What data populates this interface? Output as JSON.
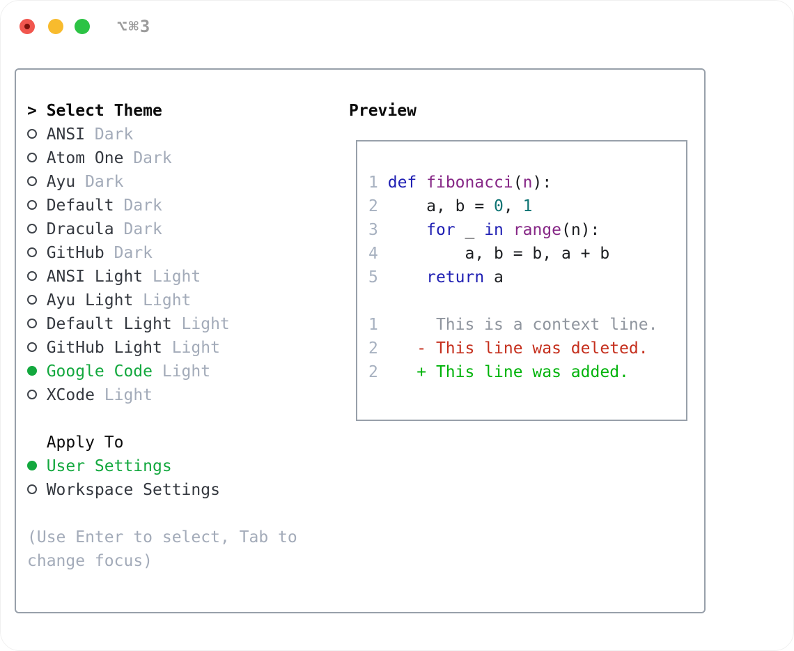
{
  "window": {
    "title": "⌥⌘3"
  },
  "colors": {
    "accent": "#13a83e",
    "added": "#00b30a",
    "removed": "#c52f1d",
    "context": "#8f959e",
    "line_number": "#a7b1c0",
    "kwd": "#1f1fb3",
    "typ": "#862786",
    "lit": "#0d7373",
    "pln": "#1c1e21",
    "muted": "#a3abb9",
    "item": "#34383f",
    "heading": "#0b0b0b",
    "border": "#98a0aa",
    "title_gray": "#9b9b9b",
    "tl_red": "#f1564e",
    "tl_yellow": "#f8bb2d",
    "tl_green": "#2cc344"
  },
  "theme_panel": {
    "header": {
      "prefix": ">",
      "label": "Select Theme"
    },
    "themes": [
      {
        "name": "ANSI",
        "variant": "Dark",
        "selected": false
      },
      {
        "name": "Atom One",
        "variant": "Dark",
        "selected": false
      },
      {
        "name": "Ayu",
        "variant": "Dark",
        "selected": false
      },
      {
        "name": "Default",
        "variant": "Dark",
        "selected": false
      },
      {
        "name": "Dracula",
        "variant": "Dark",
        "selected": false
      },
      {
        "name": "GitHub",
        "variant": "Dark",
        "selected": false
      },
      {
        "name": "ANSI Light",
        "variant": "Light",
        "selected": false
      },
      {
        "name": "Ayu Light",
        "variant": "Light",
        "selected": false
      },
      {
        "name": "Default Light",
        "variant": "Light",
        "selected": false
      },
      {
        "name": "GitHub Light",
        "variant": "Light",
        "selected": false
      },
      {
        "name": "Google Code",
        "variant": "Light",
        "selected": true
      },
      {
        "name": "XCode",
        "variant": "Light",
        "selected": false
      }
    ],
    "apply_to": {
      "label": "Apply To",
      "options": [
        {
          "name": "User Settings",
          "selected": true
        },
        {
          "name": "Workspace Settings",
          "selected": false
        }
      ]
    },
    "help_lines": [
      "(Use Enter to select, Tab to",
      "change focus)"
    ]
  },
  "preview": {
    "title": "Preview",
    "code_lines": [
      {
        "num": "1",
        "tokens": [
          [
            "def",
            "kwd"
          ],
          [
            " ",
            "pln"
          ],
          [
            "fibonacci",
            "typ"
          ],
          [
            "(",
            "pln"
          ],
          [
            "n",
            "typ"
          ],
          [
            "):",
            "pln"
          ]
        ]
      },
      {
        "num": "2",
        "tokens": [
          [
            "    a, b = ",
            "pln"
          ],
          [
            "0",
            "lit"
          ],
          [
            ", ",
            "pln"
          ],
          [
            "1",
            "lit"
          ]
        ]
      },
      {
        "num": "3",
        "tokens": [
          [
            "    ",
            "pln"
          ],
          [
            "for",
            "kwd"
          ],
          [
            " _ ",
            "pln"
          ],
          [
            "in",
            "kwd"
          ],
          [
            " ",
            "pln"
          ],
          [
            "range",
            "typ"
          ],
          [
            "(n):",
            "pln"
          ]
        ]
      },
      {
        "num": "4",
        "tokens": [
          [
            "        a, b = b, a + b",
            "pln"
          ]
        ]
      },
      {
        "num": "5",
        "tokens": [
          [
            "    ",
            "pln"
          ],
          [
            "return",
            "kwd"
          ],
          [
            " a",
            "pln"
          ]
        ]
      }
    ],
    "diff_lines": [
      {
        "num": "1",
        "marker": " ",
        "text": "This is a context line.",
        "type": "context"
      },
      {
        "num": "2",
        "marker": "-",
        "text": "This line was deleted.",
        "type": "removed"
      },
      {
        "num": "2",
        "marker": "+",
        "text": "This line was added.",
        "type": "added"
      }
    ]
  }
}
